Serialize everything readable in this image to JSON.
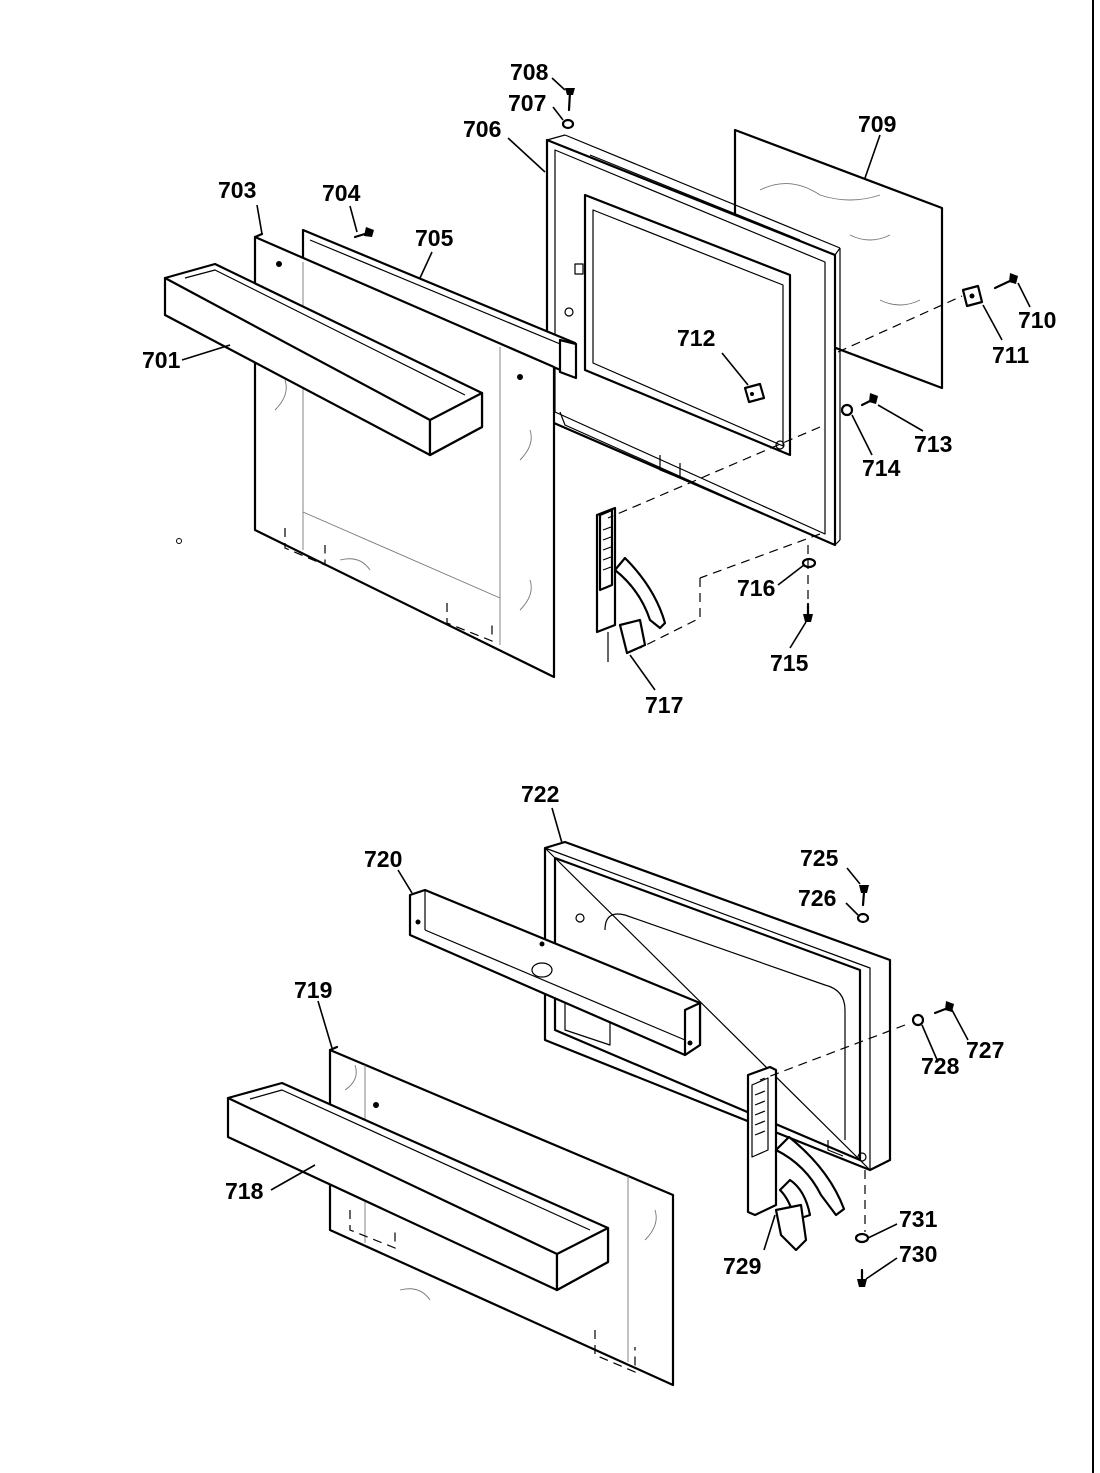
{
  "upper_door_labels": {
    "p701": "701",
    "p703": "703",
    "p704": "704",
    "p705": "705",
    "p706": "706",
    "p707": "707",
    "p708": "708",
    "p709": "709",
    "p710": "710",
    "p711": "711",
    "p712": "712",
    "p713": "713",
    "p714": "714",
    "p715": "715",
    "p716": "716",
    "p717": "717"
  },
  "lower_door_labels": {
    "p718": "718",
    "p719": "719",
    "p720": "720",
    "p722": "722",
    "p725": "725",
    "p726": "726",
    "p727": "727",
    "p728": "728",
    "p729": "729",
    "p730": "730",
    "p731": "731"
  }
}
